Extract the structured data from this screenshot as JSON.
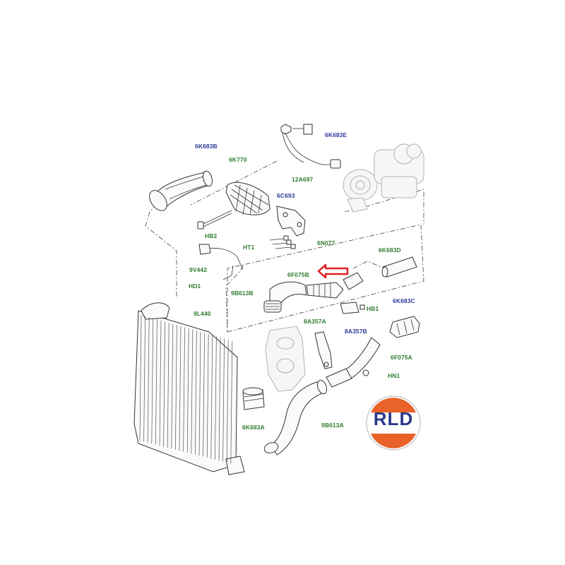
{
  "labels": {
    "l_6k683b": "6K683B",
    "l_6k770": "6K770",
    "l_6k683e": "6K683E",
    "l_12a697": "12A697",
    "l_6c693": "6C693",
    "l_hb2": "HB2",
    "l_ht1": "HT1",
    "l_6n077": "6N077",
    "l_6k683d": "6K683D",
    "l_9v442": "9V442",
    "l_6f075b": "6F075B",
    "l_hd1": "HD1",
    "l_9b613b": "9B613B",
    "l_hb1": "HB1",
    "l_6k683c": "6K683C",
    "l_9l440": "9L440",
    "l_8a357b": "8A357B",
    "l_8a357a": "8A357A",
    "l_6f075a": "6F075A",
    "l_hn1": "HN1",
    "l_6k683a": "6K683A",
    "l_9b613a": "9B613A"
  },
  "logo": {
    "text": "RLD",
    "top_color": "#e8622a",
    "bottom_color": "#e8622a",
    "ring_color": "#c9c9c9",
    "text_color": "#2b3a8a"
  },
  "highlight": {
    "color": "#e02020",
    "icon": "arrow-left-icon"
  }
}
